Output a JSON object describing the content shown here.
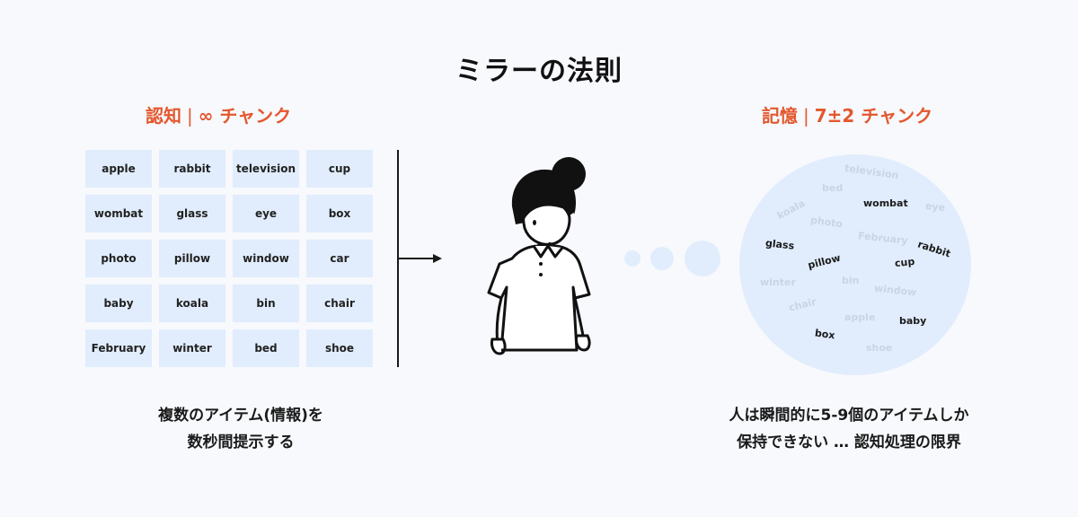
{
  "title": "ミラーの法則",
  "left": {
    "label_main": "認知",
    "separator": "|",
    "label_chunks": "∞ チャンク",
    "grid_items": [
      "apple",
      "rabbit",
      "television",
      "cup",
      "wombat",
      "glass",
      "eye",
      "box",
      "photo",
      "pillow",
      "window",
      "car",
      "baby",
      "koala",
      "bin",
      "chair",
      "February",
      "winter",
      "bed",
      "shoe"
    ],
    "caption_line1": "複数のアイテム(情報)を",
    "caption_line2": "数秒間提示する"
  },
  "right": {
    "label_main": "記憶",
    "separator": "|",
    "label_chunks": "7±2 チャンク",
    "remembered_words": [
      "wombat",
      "glass",
      "rabbit",
      "pillow",
      "cup",
      "baby",
      "box"
    ],
    "forgotten_words": [
      "television",
      "bed",
      "eye",
      "koala",
      "photo",
      "February",
      "winter",
      "bin",
      "window",
      "chair",
      "apple",
      "shoe"
    ],
    "caption_line1": "人は瞬間的に5-9個のアイテムしか",
    "caption_line2": "保持できない … 認知処理の限界"
  },
  "colors": {
    "accent": "#E4572E",
    "tile": "#E1EDFD",
    "faded_text": "#C9D4E4",
    "ink": "#1A1A1A",
    "background": "#F7F9FC"
  }
}
